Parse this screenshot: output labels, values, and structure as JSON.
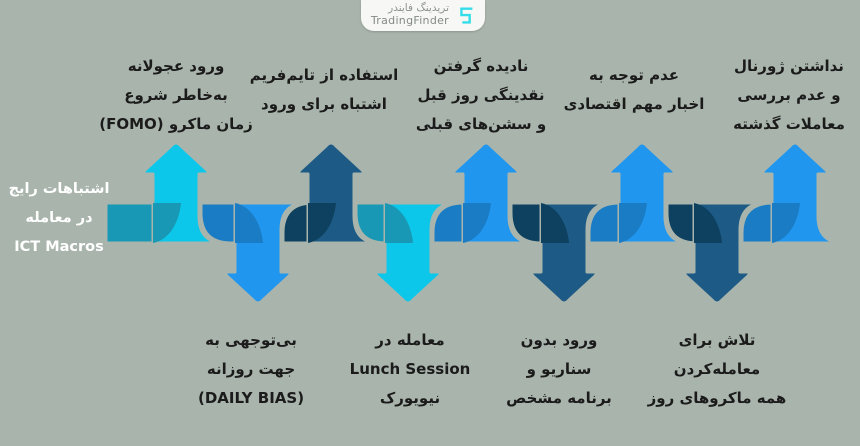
{
  "logo": {
    "fa": "تریدینگ فایندر",
    "en": "TradingFinder"
  },
  "title": {
    "lines": [
      "اشتباهات رایج",
      "در معامله",
      "ICT Macros"
    ]
  },
  "top_items": [
    {
      "lines": [
        "ورود عجولانه",
        "به‌خاطر شروع",
        "زمان ماکرو (FOMO)"
      ]
    },
    {
      "lines": [
        "استفاده از تایم‌فریم",
        "اشتباه برای ورود"
      ]
    },
    {
      "lines": [
        "نادیده گرفتن",
        "نقدینگی روز قبل",
        "و سشن‌های قبلی"
      ]
    },
    {
      "lines": [
        "عدم توجه به",
        "اخبار مهم اقتصادی"
      ]
    },
    {
      "lines": [
        "نداشتن ژورنال",
        "و عدم بررسی",
        "معاملات گذشته"
      ]
    }
  ],
  "bottom_items": [
    {
      "lines": [
        "بی‌توجهی به",
        "جهت روزانه",
        "(DAILY BIAS)"
      ]
    },
    {
      "lines": [
        "معامله در",
        "Lunch Session",
        "نیویورک"
      ]
    },
    {
      "lines": [
        "ورود بدون",
        "سناریو و",
        "برنامه مشخص"
      ]
    },
    {
      "lines": [
        "تلاش برای",
        "معامله‌کردن",
        "همه ماکروهای روز"
      ]
    }
  ],
  "colors": {
    "background": "#a9b5ac",
    "text": "#1b1b1b",
    "title_text": "#ffffff",
    "logo_cyan": "#35dde9",
    "ribbon": {
      "cyan": {
        "bright": "#0cc7e9",
        "dark": "#1898b4"
      },
      "blue": {
        "bright": "#2196ee",
        "dark": "#1a7cc4"
      },
      "navy": {
        "bright": "#1d5a85",
        "dark": "#0e405f"
      }
    }
  }
}
